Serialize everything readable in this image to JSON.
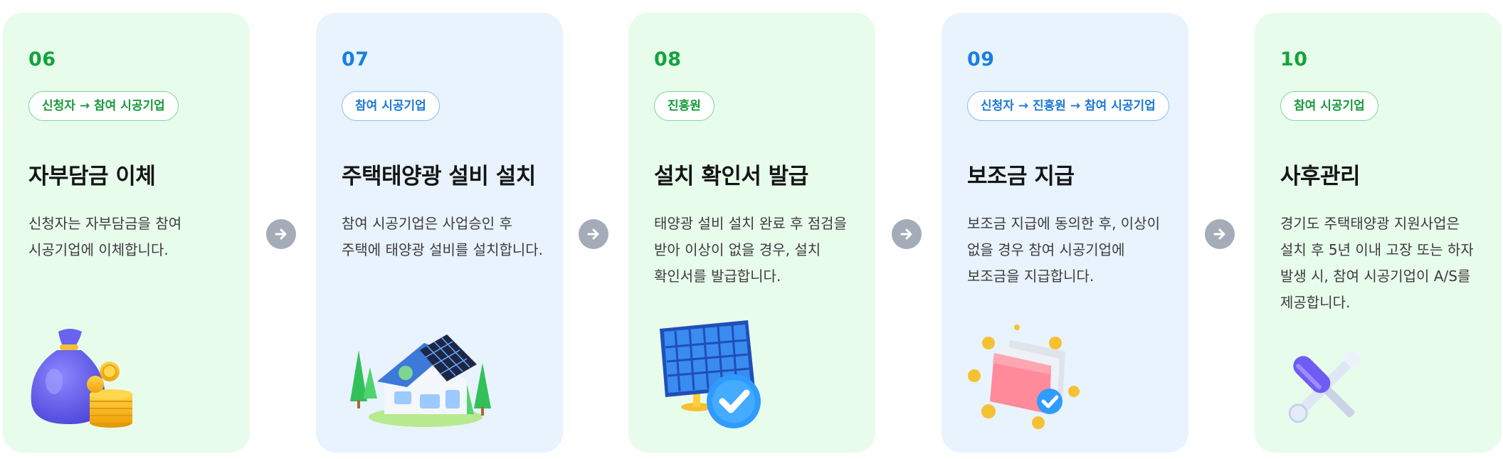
{
  "steps": [
    {
      "number": "06",
      "badge": "신청자 → 참여 시공기업",
      "title": "자부담금 이체",
      "description": "신청자는 자부담금을 참여 시공기업에 이체합니다.",
      "illustration_icon": "money-bag-icon",
      "theme": "green"
    },
    {
      "number": "07",
      "badge": "참여 시공기업",
      "title": "주택태양광 설비 설치",
      "description": "참여 시공기업은 사업승인 후 주택에 태양광 설비를 설치합니다.",
      "illustration_icon": "solar-house-icon",
      "theme": "blue"
    },
    {
      "number": "08",
      "badge": "진흥원",
      "title": "설치 확인서 발급",
      "description": "태양광 설비 설치 완료 후 점검을 받아 이상이 없을 경우, 설치 확인서를 발급합니다.",
      "illustration_icon": "solar-panel-check-icon",
      "theme": "green"
    },
    {
      "number": "09",
      "badge": "신청자 → 진흥원 → 참여 시공기업",
      "title": "보조금 지급",
      "description": "보조금 지급에 동의한 후, 이상이 없을 경우 참여 시공기업에 보조금을 지급합니다.",
      "illustration_icon": "wallet-coins-icon",
      "theme": "blue"
    },
    {
      "number": "10",
      "badge": "참여 시공기업",
      "title": "사후관리",
      "description": "경기도 주택태양광 지원사업은 설치 후 5년 이내 고장 또는 하자 발생 시, 참여 시공기업이 A/S를 제공합니다.",
      "illustration_icon": "wrench-screwdriver-icon",
      "theme": "green"
    }
  ],
  "connector_icon": "arrow-right-icon",
  "colors": {
    "card_green_bg": "#e8fcec",
    "card_blue_bg": "#e8f3fe",
    "accent_green": "#14a33c",
    "accent_blue": "#1a7fe0",
    "connector_gray": "#a3acb8"
  }
}
